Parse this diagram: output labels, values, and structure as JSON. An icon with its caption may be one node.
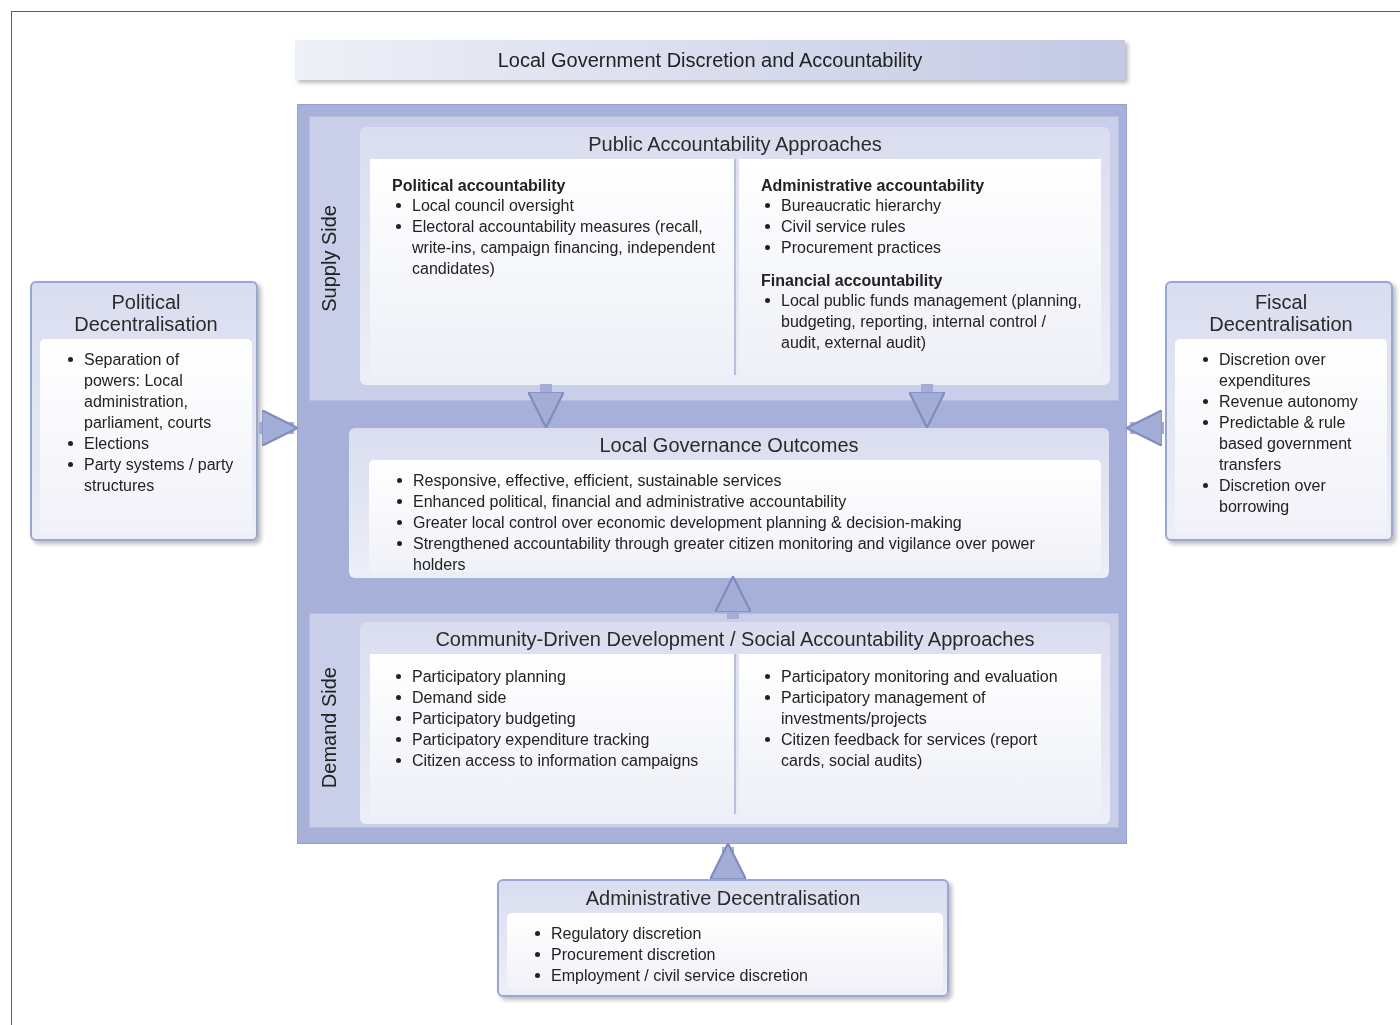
{
  "diagram": {
    "title": "Local Government Discretion and Accountability",
    "nodes": [
      {
        "text": [],
        "shape": "box"
      },
      {
        "text": [
          "Supply Side"
        ],
        "in": 0
      },
      {
        "text": [
          "Public Accountability Approaches"
        ],
        "in": 1
      },
      {
        "text": [
          "Political accountability",
          "Local council oversight",
          "Electoral accountability measures (recall, write-ins, campaign financing, independent candidates)"
        ],
        "in": 2
      },
      {
        "text": [
          "Administrative accountability",
          "Bureaucratic hierarchy",
          "Civil service rules",
          "Procurement practices",
          "Financial accountability",
          "Local public funds management (planning, budgeting, reporting, internal control / audit, external audit)"
        ],
        "in": 2
      },
      {
        "text": [
          "Local Governance Outcomes",
          "Responsive, effective, efficient, sustainable services",
          "Enhanced political, financial and administrative accountability",
          "Greater local control over economic development planning & decision-making",
          "Strengthened accountability through greater citizen monitoring and vigilance over power holders"
        ],
        "in": 0
      },
      {
        "text": [
          "Demand Side"
        ],
        "in": 0
      },
      {
        "text": [
          "Community-Driven Development / Social Accountability Approaches"
        ],
        "in": 6
      },
      {
        "text": [
          "Participatory planning",
          "Demand side",
          "Participatory budgeting",
          "Participatory expenditure tracking",
          "Citizen access to information campaigns"
        ],
        "in": 7
      },
      {
        "text": [
          "Participatory monitoring and evaluation",
          "Participatory management of investments/projects",
          "Citizen feedback for services (report cards, social audits)"
        ],
        "in": 7
      },
      {
        "text": [
          "Political Decentralisation",
          "Separation of powers: Local administration, parliament, courts",
          "Elections",
          "Party systems / party structures"
        ]
      },
      {
        "text": [
          "Fiscal Decentralisation",
          "Discretion over expenditures",
          "Revenue autonomy",
          "Predictable & rule based government transfers",
          "Discretion over borrowing"
        ]
      },
      {
        "text": [
          "Administrative Decentralisation",
          "Regulatory discretion",
          "Procurement discretion",
          "Employment / civil service discretion"
        ]
      }
    ],
    "edges": [
      {
        "from": 2,
        "to": 5,
        "arrow": "to"
      },
      {
        "from": 2,
        "to": 5,
        "arrow": "to"
      },
      {
        "from": 7,
        "to": 5,
        "arrow": "to"
      },
      {
        "from": 10,
        "to": 0,
        "arrow": "to"
      },
      {
        "from": 11,
        "to": 0,
        "arrow": "to"
      },
      {
        "from": 12,
        "to": 0,
        "arrow": "to"
      }
    ]
  }
}
